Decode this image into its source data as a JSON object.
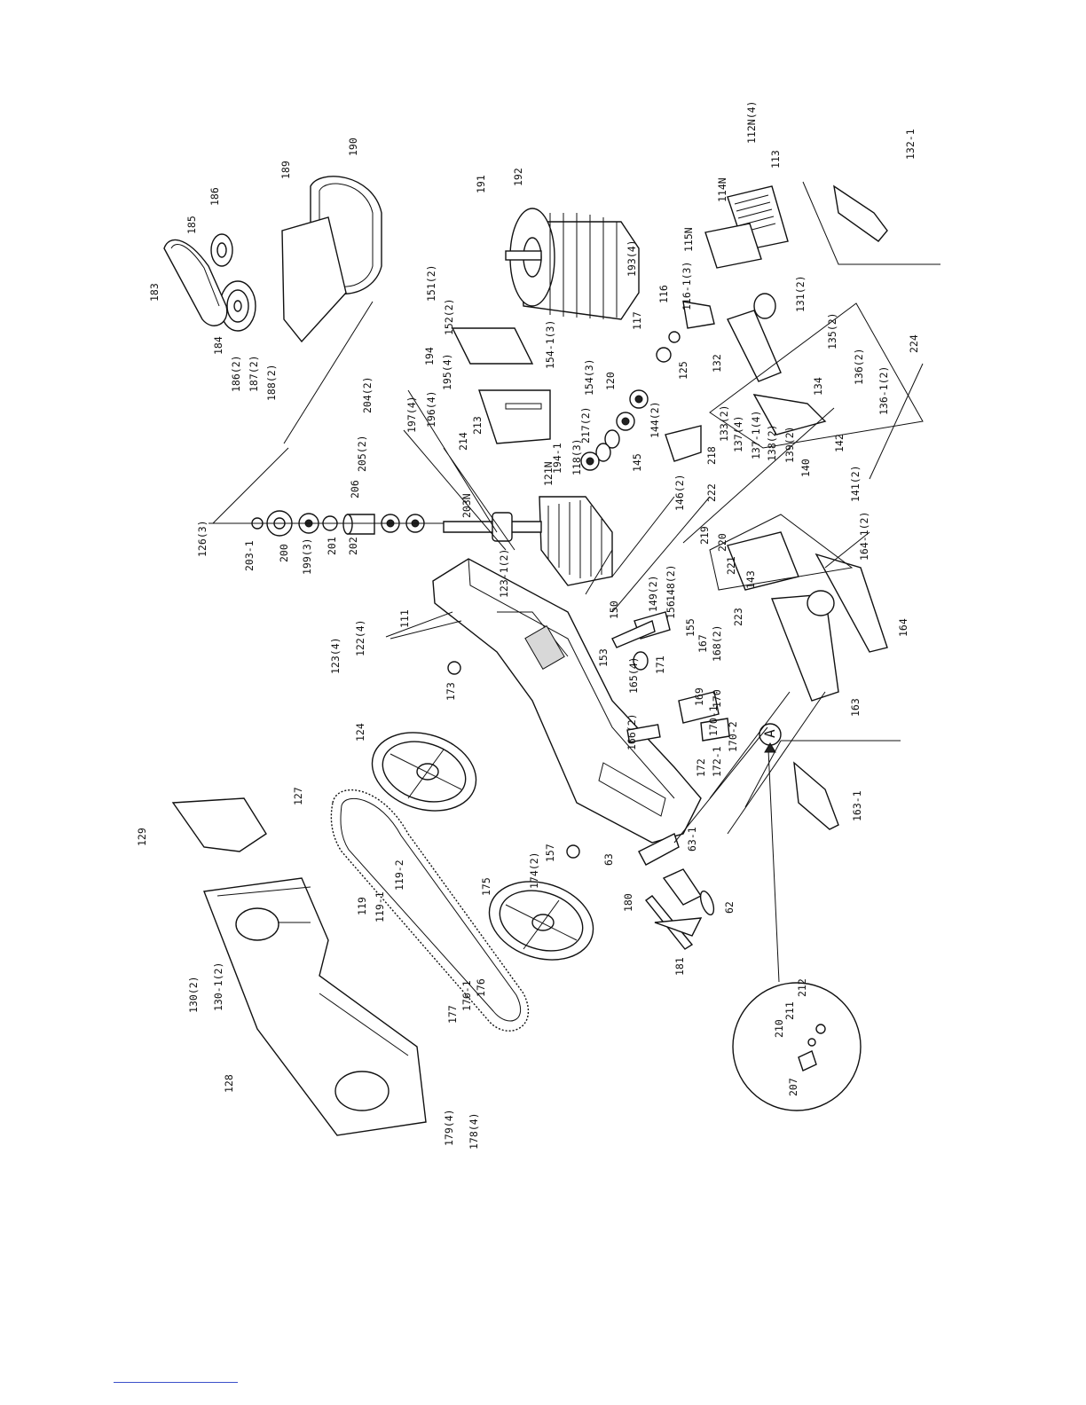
{
  "diagram": {
    "view_label": "A",
    "parts": [
      "112N(4)",
      "113",
      "132-1",
      "114N",
      "115N",
      "116-1(3)",
      "116",
      "117",
      "192",
      "191",
      "190",
      "189",
      "186",
      "185",
      "183",
      "184",
      "186(2)",
      "187(2)",
      "188(2)",
      "151(2)",
      "152(2)",
      "193(4)",
      "194",
      "195(4)",
      "196(4)",
      "154-1(3)",
      "154(3)",
      "120",
      "125",
      "131(2)",
      "132",
      "135(2)",
      "224",
      "134",
      "136(2)",
      "136-1(2)",
      "133(2)",
      "137-1(4)",
      "137(4)",
      "138(2)",
      "139(2)",
      "140",
      "142",
      "141(2)",
      "213",
      "214",
      "194-1",
      "217(2)",
      "118(3)",
      "145",
      "144(2)",
      "218",
      "222",
      "146(2)",
      "197(4)",
      "204(2)",
      "205(2)",
      "206",
      "203N",
      "121N",
      "126(3)",
      "203-1",
      "200",
      "199(3)",
      "201",
      "202",
      "123-1(2)",
      "219",
      "220",
      "221",
      "143",
      "164-1(2)",
      "164",
      "223",
      "148(2)",
      "149(2)",
      "156",
      "155",
      "150",
      "167",
      "168(2)",
      "153",
      "111",
      "122(4)",
      "123(4)",
      "173",
      "165(4)",
      "171",
      "169",
      "170",
      "170-1",
      "170-2",
      "166(2)",
      "172",
      "172-1",
      "163",
      "163-1",
      "124",
      "127",
      "129",
      "119",
      "119-1",
      "119-2",
      "63",
      "63-1",
      "62",
      "157",
      "174(2)",
      "175",
      "180",
      "181",
      "130(2)",
      "130-1(2)",
      "176",
      "176-1",
      "177",
      "128",
      "179(4)",
      "178(4)",
      "207",
      "210",
      "211",
      "212"
    ]
  }
}
